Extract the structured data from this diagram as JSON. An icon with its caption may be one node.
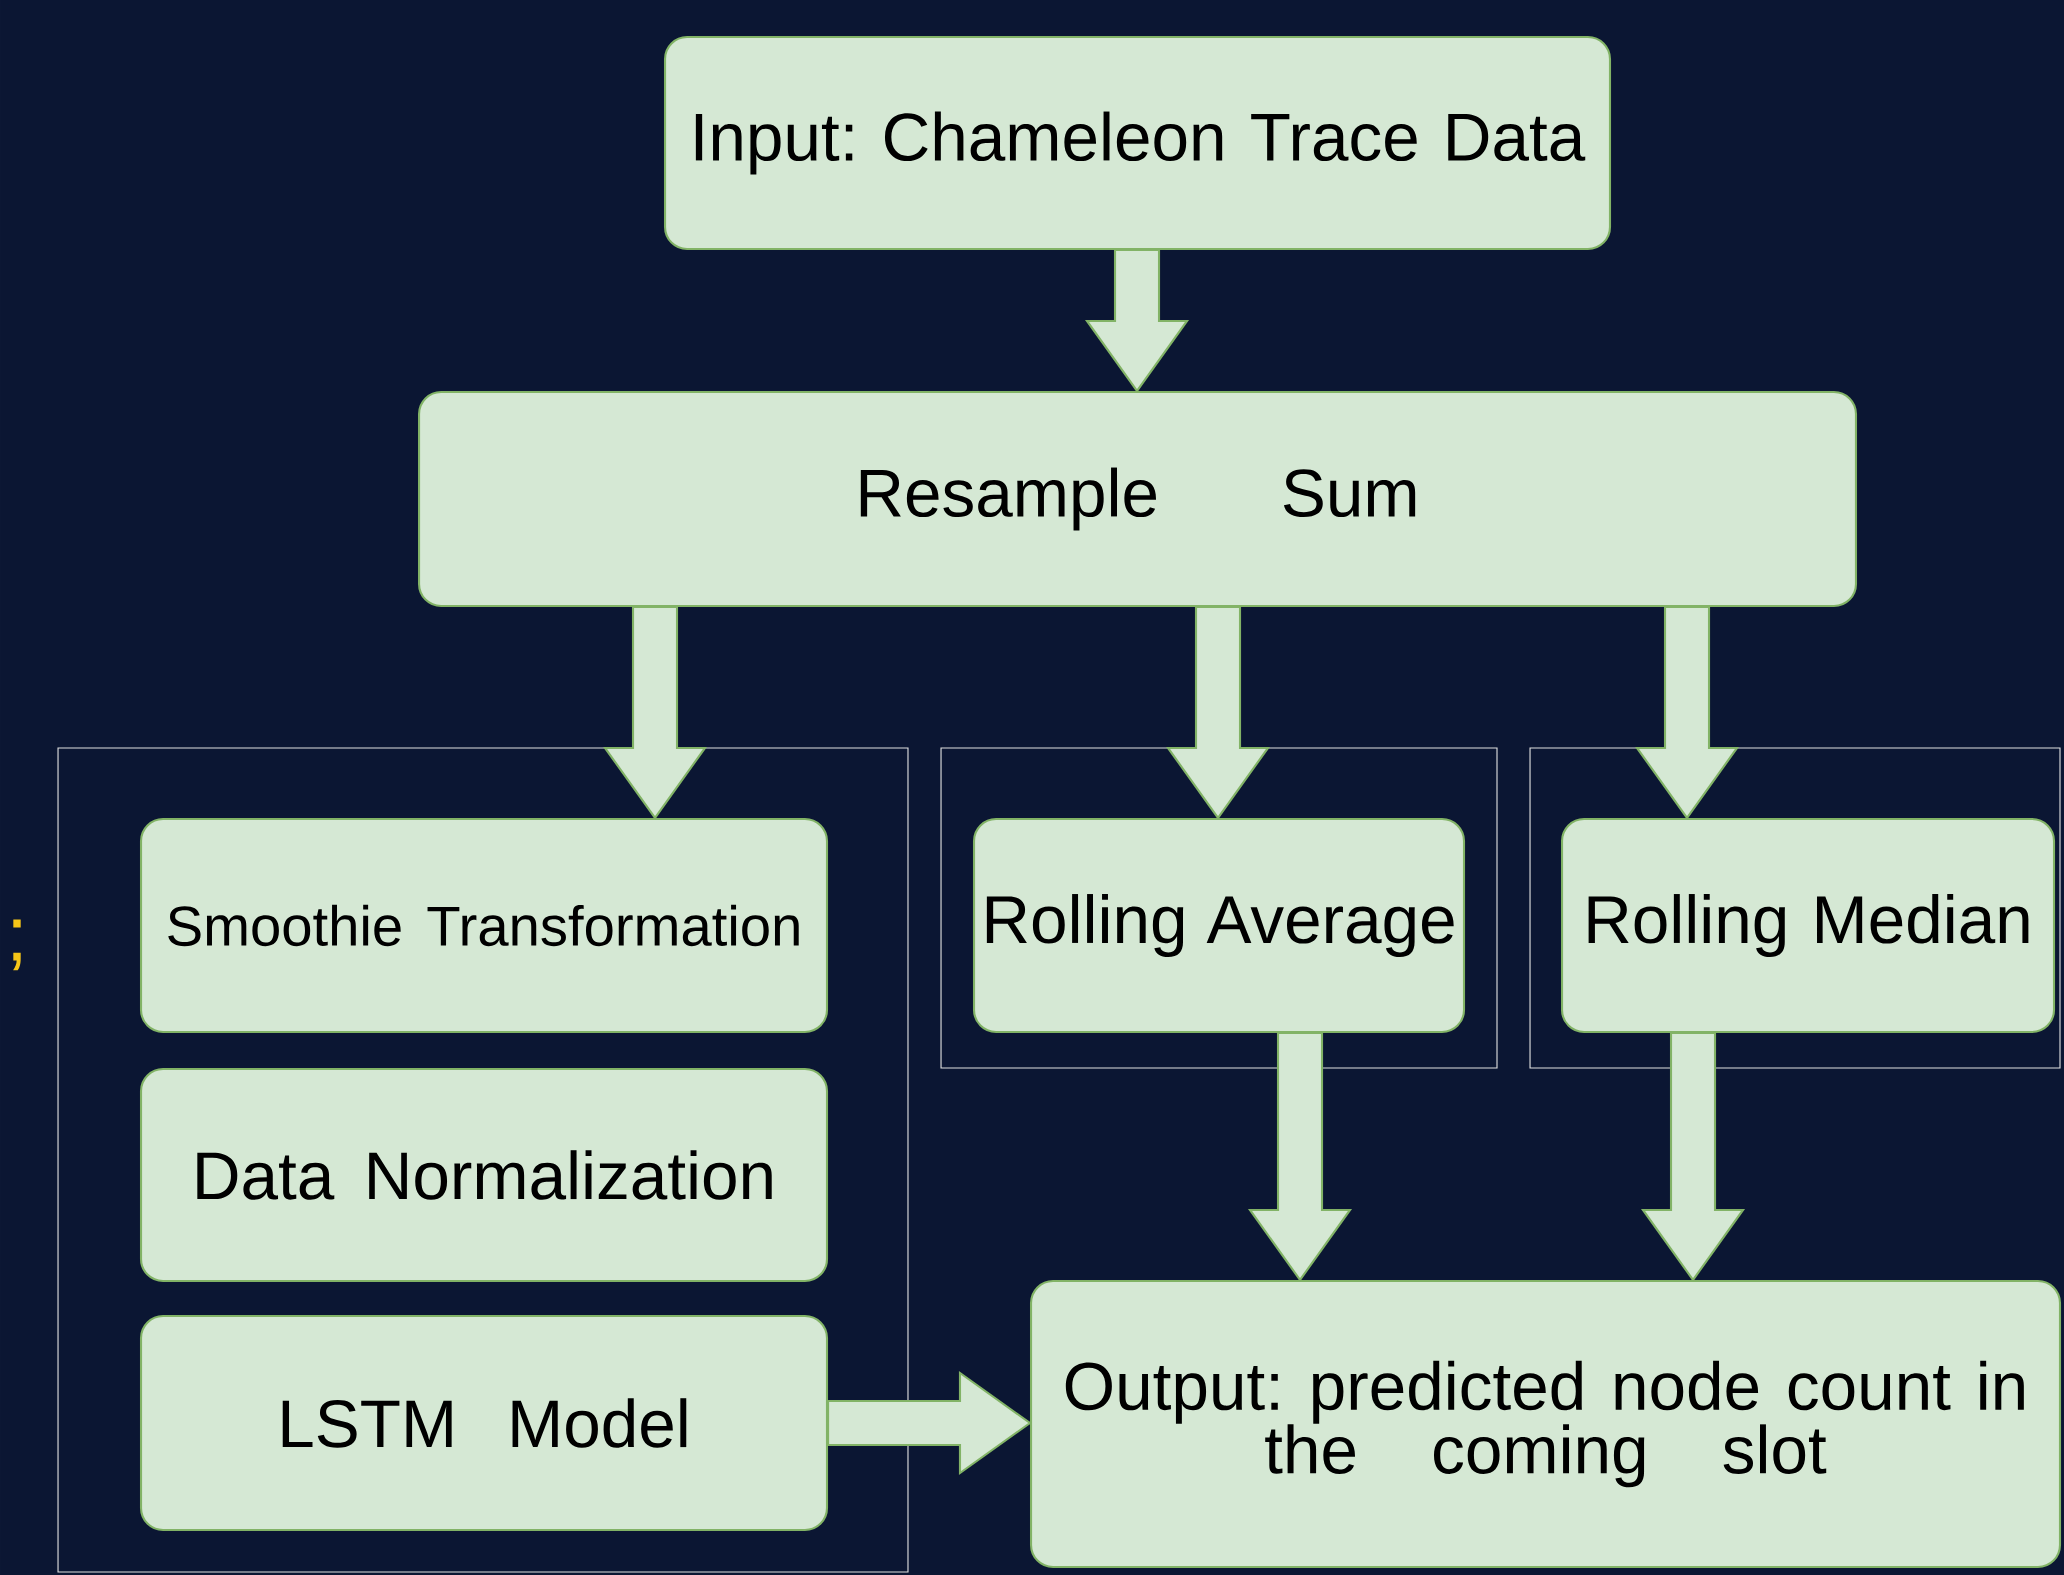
{
  "diagram": {
    "nodes": [
      {
        "text": [
          "Input: Chameleon Trace Data"
        ]
      },
      {
        "text": [
          "Resample Sum"
        ]
      },
      {
        "text": [],
        "shape": "box"
      },
      {
        "text": [
          "Smoothie Transformation"
        ],
        "in": 2
      },
      {
        "text": [
          "Data Normalization"
        ],
        "in": 2
      },
      {
        "text": [
          "LSTM Model"
        ],
        "in": 2
      },
      {
        "text": [],
        "shape": "box"
      },
      {
        "text": [
          "Rolling Average"
        ],
        "in": 6
      },
      {
        "text": [],
        "shape": "box"
      },
      {
        "text": [
          "Rolling Median"
        ],
        "in": 8
      },
      {
        "text": [
          "Output: predicted node count in the coming slot"
        ]
      }
    ],
    "edges": [
      {
        "from": 0,
        "to": 1,
        "arrow": "to"
      },
      {
        "from": 1,
        "to": 3,
        "arrow": "to"
      },
      {
        "from": 1,
        "to": 7,
        "arrow": "to"
      },
      {
        "from": 1,
        "to": 9,
        "arrow": "to"
      },
      {
        "from": 7,
        "to": 10,
        "arrow": "to"
      },
      {
        "from": 9,
        "to": 10,
        "arrow": "to"
      },
      {
        "from": 5,
        "to": 10,
        "arrow": "to"
      }
    ],
    "labels": [
      ";"
    ]
  }
}
